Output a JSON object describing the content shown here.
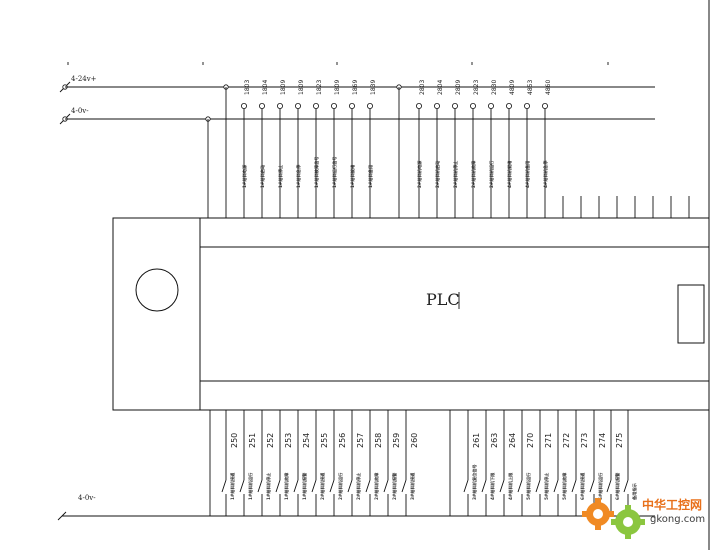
{
  "rails": {
    "plus24": "4-24v+",
    "zero_top": "4-0v-",
    "zero_bottom": "4-0v-"
  },
  "plc_label": "PLC",
  "top_inputs": [
    {
      "terminal": "1803",
      "desc": "1#给料电源"
    },
    {
      "terminal": "1804",
      "desc": "1#给料启动"
    },
    {
      "terminal": "1809",
      "desc": "1#给料停止"
    },
    {
      "terminal": "1809",
      "desc": "1#给料急停"
    },
    {
      "terminal": "1823",
      "desc": "1#给料故障信号"
    },
    {
      "terminal": "1809",
      "desc": "1#给料运行信号"
    },
    {
      "terminal": "1869",
      "desc": "1#给料就绪"
    },
    {
      "terminal": "1839",
      "desc": "1#给料备用"
    },
    {
      "terminal": "2803",
      "desc": "2#给料机电源"
    },
    {
      "terminal": "2804",
      "desc": "2#给料机启动"
    },
    {
      "terminal": "2809",
      "desc": "2#给料机停止"
    },
    {
      "terminal": "2823",
      "desc": "2#给料机故障"
    },
    {
      "terminal": "2830",
      "desc": "2#给料机运行"
    },
    {
      "terminal": "4809",
      "desc": "4#给料机就绪"
    },
    {
      "terminal": "4853",
      "desc": "4#给料机备用"
    },
    {
      "terminal": "4860",
      "desc": "4#给料机急停"
    }
  ],
  "bottom_outputs": [
    {
      "number": "250",
      "desc": "1#给料机接通"
    },
    {
      "number": "251",
      "desc": "1#给料机运行"
    },
    {
      "number": "252",
      "desc": "1#给料机停止"
    },
    {
      "number": "253",
      "desc": "1#给料机故障"
    },
    {
      "number": "254",
      "desc": "1#给料机报警"
    },
    {
      "number": "255",
      "desc": "2#给料机接通"
    },
    {
      "number": "256",
      "desc": "2#给料机运行"
    },
    {
      "number": "257",
      "desc": "2#给料机停止"
    },
    {
      "number": "258",
      "desc": "2#给料机故障"
    },
    {
      "number": "259",
      "desc": "2#给料机报警"
    },
    {
      "number": "260",
      "desc": "3#给料机接通"
    },
    {
      "number": "261",
      "desc": "3#给料机复位信号"
    },
    {
      "number": "263",
      "desc": "4#给料机下限"
    },
    {
      "number": "264",
      "desc": "4#给料机上限"
    },
    {
      "number": "270",
      "desc": "5#给料机运行"
    },
    {
      "number": "271",
      "desc": "5#给料机停止"
    },
    {
      "number": "272",
      "desc": "5#给料机故障"
    },
    {
      "number": "273",
      "desc": "6#给料机接通"
    },
    {
      "number": "274",
      "desc": "6#给料机运行"
    },
    {
      "number": "275",
      "desc": "6#给料机报警"
    },
    {
      "number": "",
      "desc": "备用指示"
    }
  ],
  "watermark": {
    "logo_text": "中华工控网",
    "url": "gkong.com"
  }
}
